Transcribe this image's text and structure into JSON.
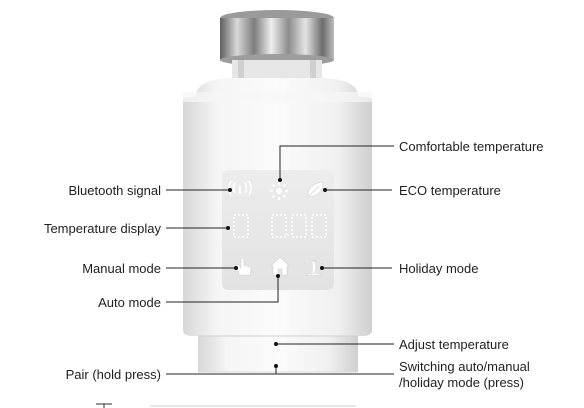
{
  "labels": {
    "comfortable_temperature": "Comfortable temperature",
    "bluetooth_signal": "Bluetooth signal",
    "eco_temperature": "ECO temperature",
    "temperature_display": "Temperature display",
    "manual_mode": "Manual mode",
    "holiday_mode": "Holiday mode",
    "auto_mode": "Auto mode",
    "adjust_temperature": "Adjust temperature",
    "pair": "Pair (hold press)",
    "switching_line1": "Switching auto/manual",
    "switching_line2": "/holiday mode (press)"
  },
  "icons": {
    "bluetooth": "signal-icon",
    "comfort": "sun-icon",
    "eco": "leaf-icon",
    "manual": "hand-icon",
    "auto": "home-icon",
    "holiday": "palm-tree-icon"
  },
  "colors": {
    "body": "#f4f4f4",
    "led_panel": "#e9e9e9",
    "leader_line": "#222222",
    "nut_metal": "#b9b9b9"
  }
}
